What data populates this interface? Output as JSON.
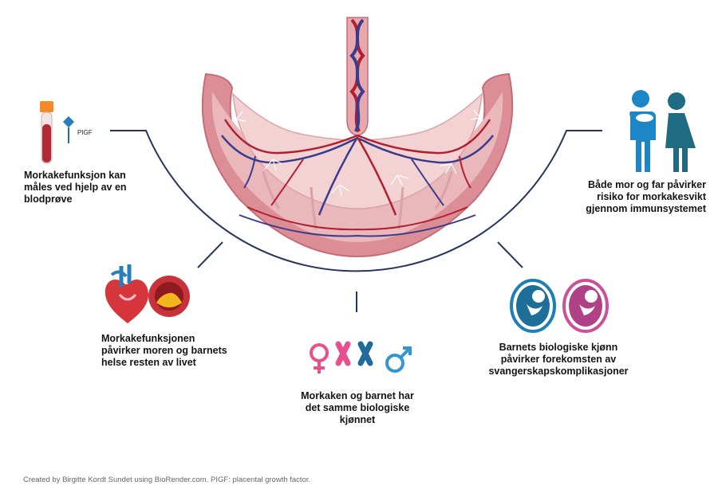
{
  "labels": {
    "blood_test": "Morkakefunksjon kan måles ved hjelp av en blodprøve",
    "immune": "Både mor og far påvirker risiko for morkakesvikt gjennom immunsystemet",
    "health": "Morkakefunksjonen påvirker moren og barnets helse resten av livet",
    "sex": "Morkaken og barnet har det samme biologiske kjønnet",
    "complications": "Barnets biologiske kjønn påvirker forekomsten av svangerskapskomplikasjoner"
  },
  "pigf_tag": "PIGF",
  "footer": "Created by Birgitte Kordt Sundet using BioRender.com. PIGF: placental growth factor.",
  "colors": {
    "connector": "#26355e",
    "placenta_outer": "#dc8e96",
    "placenta_inner": "#eab7bb",
    "artery": "#b11f2f",
    "vein": "#3a3b8c",
    "person_blue": "#1d86c6",
    "person_teal": "#1f6b82",
    "female_pink": "#e84f8c",
    "male_blue": "#3396cf",
    "fetus_blue": "#1d7fb6",
    "fetus_pink": "#cc4f9a"
  }
}
